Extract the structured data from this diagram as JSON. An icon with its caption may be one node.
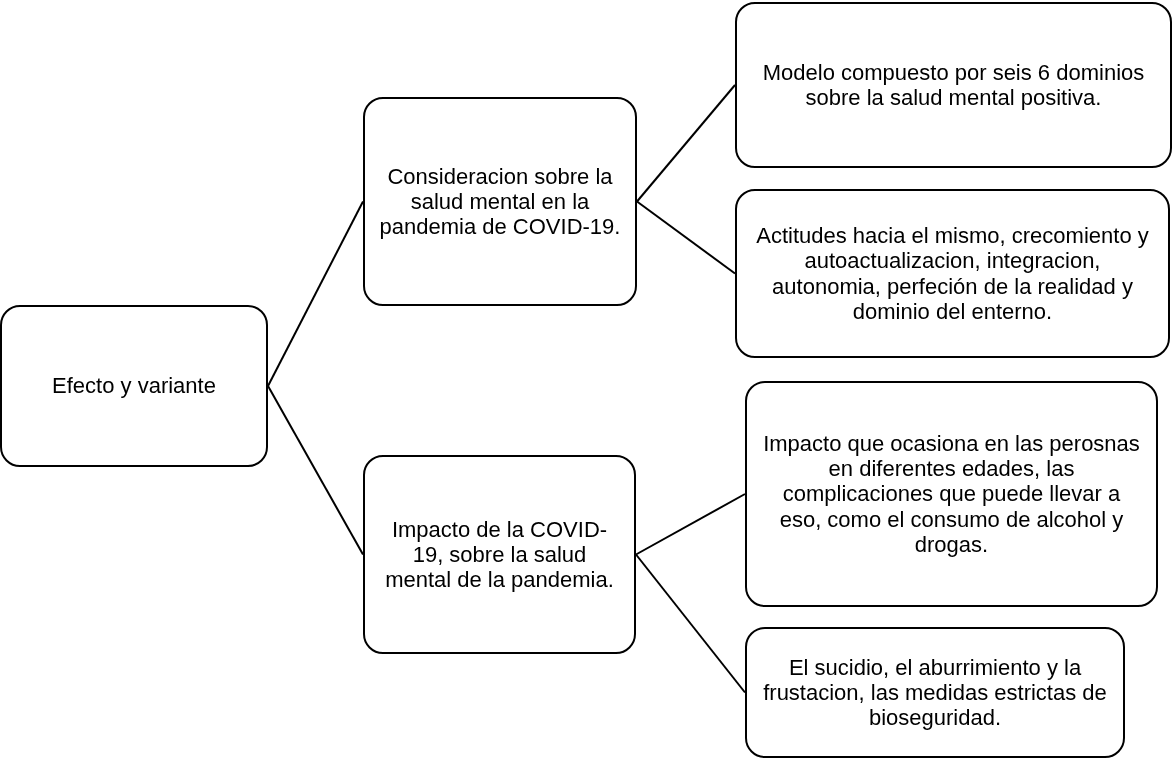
{
  "diagram": {
    "nodes": [
      {
        "text": [
          "Efecto y variante"
        ]
      },
      {
        "text": [
          "Consideracion sobre la salud mental en la pandemia de COVID-19."
        ]
      },
      {
        "text": [
          "Modelo compuesto por seis 6 dominios sobre la salud mental positiva."
        ]
      },
      {
        "text": [
          "Actitudes hacia el mismo, crecomiento y autoactualizacion, integracion, autonomia, perfeción de la realidad y dominio del enterno."
        ]
      },
      {
        "text": [
          "Impacto de la COVID-19, sobre la salud mental de la pandemia."
        ]
      },
      {
        "text": [
          "Impacto que ocasiona en las perosnas en diferentes edades, las complicaciones que puede llevar a eso, como el consumo de alcohol y drogas."
        ]
      },
      {
        "text": [
          "El sucidio, el aburrimiento y la frustacion, las medidas estrictas de bioseguridad."
        ]
      }
    ],
    "edges": [
      {
        "from": 0,
        "to": 1,
        "arrow": "none"
      },
      {
        "from": 0,
        "to": 4,
        "arrow": "none"
      },
      {
        "from": 1,
        "to": 2,
        "arrow": "none"
      },
      {
        "from": 1,
        "to": 3,
        "arrow": "none"
      },
      {
        "from": 4,
        "to": 5,
        "arrow": "none"
      },
      {
        "from": 4,
        "to": 6,
        "arrow": "none"
      }
    ]
  }
}
